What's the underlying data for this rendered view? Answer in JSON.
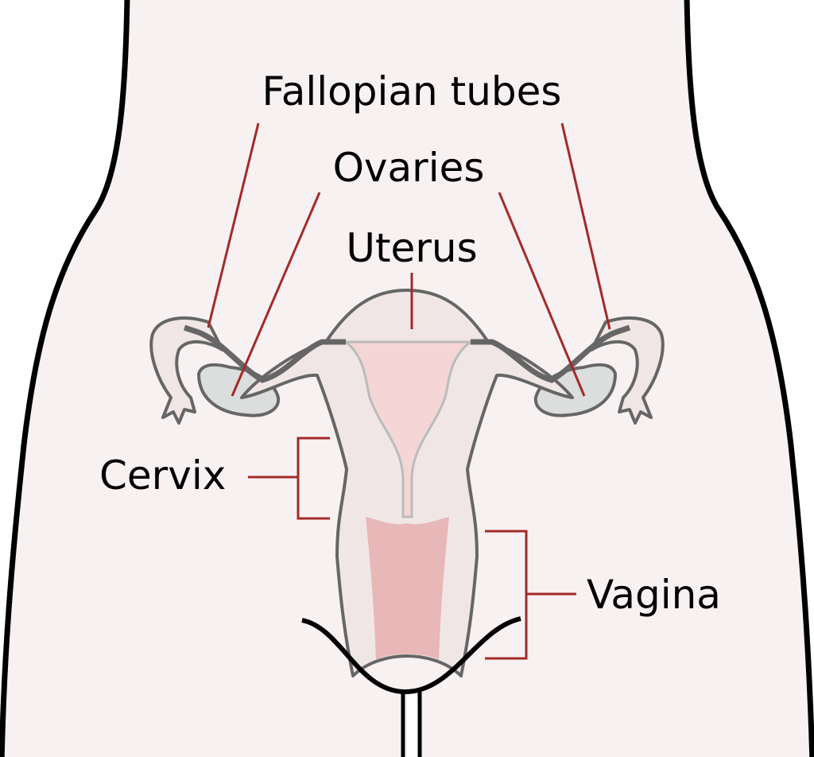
{
  "labels": {
    "fallopian_tubes": "Fallopian tubes",
    "ovaries": "Ovaries",
    "uterus": "Uterus",
    "cervix": "Cervix",
    "vagina": "Vagina"
  },
  "colors": {
    "body_fill": "#f7f1f1",
    "organ_fill": "#f1e6e6",
    "cavity_fill": "#f4d6d6",
    "vagina_fill": "#e8b7b7",
    "ovary_fill": "#dcdcdc",
    "leader": "#a32a2a",
    "outline": "#000000"
  }
}
